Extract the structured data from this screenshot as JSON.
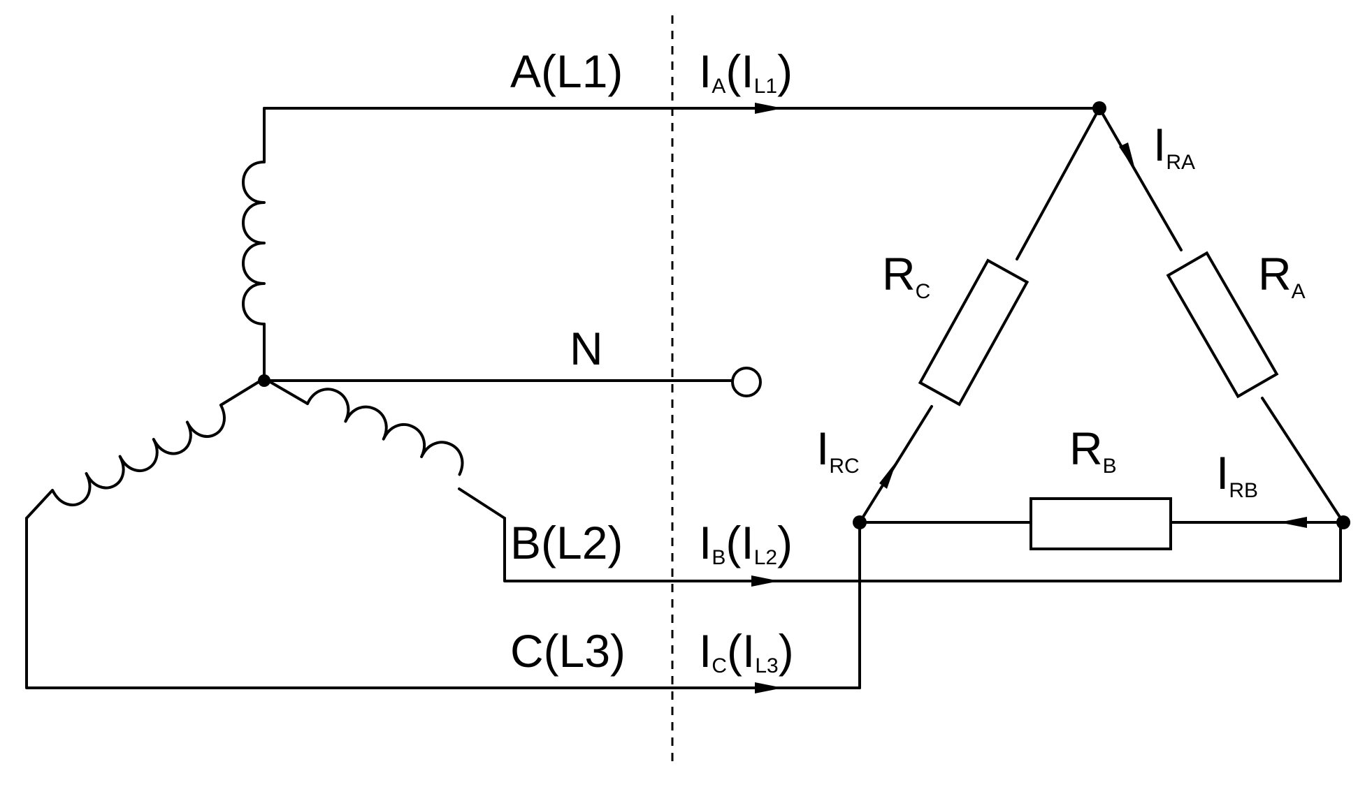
{
  "lines": {
    "a": "A(L1)",
    "b": "B(L2)",
    "c": "C(L3)",
    "n": "N"
  },
  "line_currents": {
    "a": {
      "main": "I",
      "sub": "A",
      "paren_main": "(I",
      "paren_sub": "L1",
      "close": ")"
    },
    "b": {
      "main": "I",
      "sub": "B",
      "paren_main": "(I",
      "paren_sub": "L2",
      "close": ")"
    },
    "c": {
      "main": "I",
      "sub": "C",
      "paren_main": "(I",
      "paren_sub": "L3",
      "close": ")"
    }
  },
  "resistors": {
    "a": {
      "main": "R",
      "sub": "A"
    },
    "b": {
      "main": "R",
      "sub": "B"
    },
    "c": {
      "main": "R",
      "sub": "C"
    }
  },
  "phase_currents": {
    "a": {
      "main": "I",
      "sub": "RA"
    },
    "b": {
      "main": "I",
      "sub": "RB"
    },
    "c": {
      "main": "I",
      "sub": "RC"
    }
  }
}
